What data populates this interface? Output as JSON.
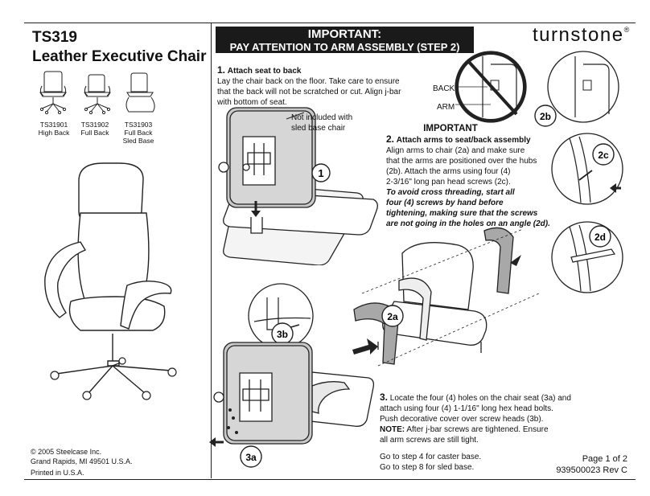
{
  "header": {
    "model": "TS319",
    "product_name": "Leather Executive Chair",
    "important_title": "IMPORTANT:",
    "important_subtitle": "PAY ATTENTION TO ARM ASSEMBLY (STEP 2)",
    "brand": "turnstone",
    "brand_mark": "®"
  },
  "models": [
    {
      "code": "TS31901",
      "name": "High Back"
    },
    {
      "code": "TS31902",
      "name": "Full Back"
    },
    {
      "code": "TS31903",
      "name": "Full Back",
      "name2": "Sled Base"
    }
  ],
  "step1": {
    "number": "1.",
    "heading": "Attach seat to back",
    "body_lines": [
      "Lay the chair back on the floor. Take care to ensure",
      "that the back will not be scratched or cut.  Align j-bar",
      "with bottom of seat."
    ],
    "callout_lines": [
      "Not included with",
      "sled base chair"
    ],
    "circle": "1"
  },
  "step2": {
    "important": "IMPORTANT",
    "number": "2.",
    "heading": "Attach arms to seat/back assembly",
    "body_lines": [
      "Align arms to chair (2a) and make sure",
      "that the arms are positioned over the hubs",
      "(2b). Attach the arms using four (4)",
      "2-3/16\" long pan head screws (2c)."
    ],
    "warning_lines": [
      "To avoid cross threading, start all",
      "four (4) screws by hand before",
      "tightening, making sure that the screws",
      "are not going in the holes on an angle (2d)."
    ],
    "labels": {
      "back": "BACK",
      "arm": "ARM"
    },
    "callouts": {
      "b": "2b",
      "c": "2c",
      "d": "2d",
      "a": "2a"
    }
  },
  "step3": {
    "number": "3.",
    "line1": "Locate the four (4) holes on the chair seat (3a) and",
    "body_lines": [
      "attach using four (4) 1-1/16\" long hex head bolts.",
      "Push decorative cover over screw heads (3b)."
    ],
    "note_label": "NOTE:",
    "note_text": " After j-bar screws are tightened. Ensure",
    "note_line2": "all arm screws are still tight.",
    "callouts": {
      "a": "3a",
      "b": "3b"
    }
  },
  "next_steps": [
    "Go to step 4 for caster base.",
    "Go to step 8 for sled base."
  ],
  "footer": {
    "copyright": "© 2005 Steelcase Inc.",
    "address": "Grand Rapids, MI 49501 U.S.A.",
    "printed": "Printed in U.S.A.",
    "page": "Page 1 of 2",
    "doc_number": "939500023 Rev C"
  }
}
